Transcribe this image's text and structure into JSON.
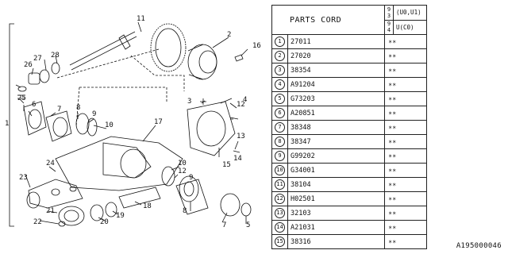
{
  "table": {
    "title": "PARTS CORD",
    "year_col": {
      "top_digits": "9\n3",
      "bottom_digits": "9\n4"
    },
    "variants": [
      "(U0,U1)",
      "U(C0)"
    ],
    "rows": [
      {
        "num": "1",
        "code": "27011",
        "mark": "∗∗"
      },
      {
        "num": "2",
        "code": "27020",
        "mark": "∗∗"
      },
      {
        "num": "3",
        "code": "38354",
        "mark": "∗∗"
      },
      {
        "num": "4",
        "code": "A91204",
        "mark": "∗∗"
      },
      {
        "num": "5",
        "code": "G73203",
        "mark": "∗∗"
      },
      {
        "num": "6",
        "code": "A20851",
        "mark": "∗∗"
      },
      {
        "num": "7",
        "code": "38348",
        "mark": "∗∗"
      },
      {
        "num": "8",
        "code": "38347",
        "mark": "∗∗"
      },
      {
        "num": "9",
        "code": "G99202",
        "mark": "∗∗"
      },
      {
        "num": "10",
        "code": "G34001",
        "mark": "∗∗"
      },
      {
        "num": "11",
        "code": "38104",
        "mark": "∗∗"
      },
      {
        "num": "12",
        "code": "H02501",
        "mark": "∗∗"
      },
      {
        "num": "13",
        "code": "32103",
        "mark": "∗∗"
      },
      {
        "num": "14",
        "code": "A21031",
        "mark": "∗∗"
      },
      {
        "num": "15",
        "code": "38316",
        "mark": "∗∗"
      }
    ]
  },
  "diagram": {
    "callouts": [
      "1",
      "2",
      "3",
      "4",
      "5",
      "6",
      "7",
      "8",
      "9",
      "10",
      "11",
      "12",
      "13",
      "14",
      "15",
      "16",
      "17",
      "18",
      "19",
      "20",
      "21",
      "22",
      "23",
      "24",
      "25",
      "26",
      "27",
      "28"
    ]
  },
  "reference_code": "A195000046"
}
